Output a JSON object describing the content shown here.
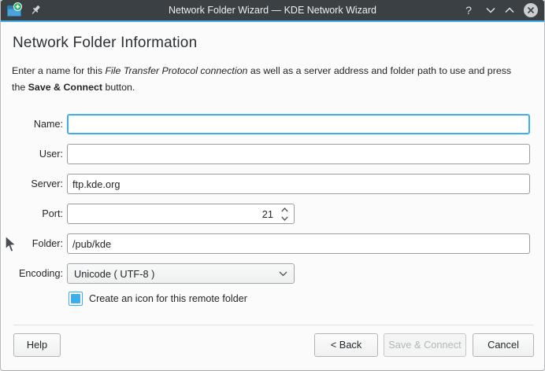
{
  "colors": {
    "accent": "#3daee9",
    "titlebar_bg": "#3b4045",
    "text": "#232629",
    "disabled_text": "#b3b7ba"
  },
  "titlebar": {
    "title": "Network Folder Wizard — KDE Network Wizard",
    "help_glyph": "?"
  },
  "content": {
    "heading": "Network Folder Information",
    "description": {
      "line1_pre": "Enter a name for this ",
      "line1_italic": "File Transfer Protocol connection",
      "line1_post": " as well as a server address and folder path to use and press",
      "line2_pre": "the ",
      "line2_bold": "Save & Connect",
      "line2_post": " button."
    }
  },
  "form": {
    "name": {
      "label": "Name:",
      "value": ""
    },
    "user": {
      "label": "User:",
      "value": ""
    },
    "server": {
      "label": "Server:",
      "value": "ftp.kde.org"
    },
    "port": {
      "label": "Port:",
      "value": "21"
    },
    "folder": {
      "label": "Folder:",
      "value": "/pub/kde"
    },
    "encoding": {
      "label": "Encoding:",
      "value": "Unicode ( UTF-8 )"
    },
    "create_icon_checkbox": {
      "label": "Create an icon for this remote folder",
      "checked": true
    }
  },
  "buttons": {
    "help": "Help",
    "back": "< Back",
    "save_connect": "Save & Connect",
    "cancel": "Cancel"
  }
}
